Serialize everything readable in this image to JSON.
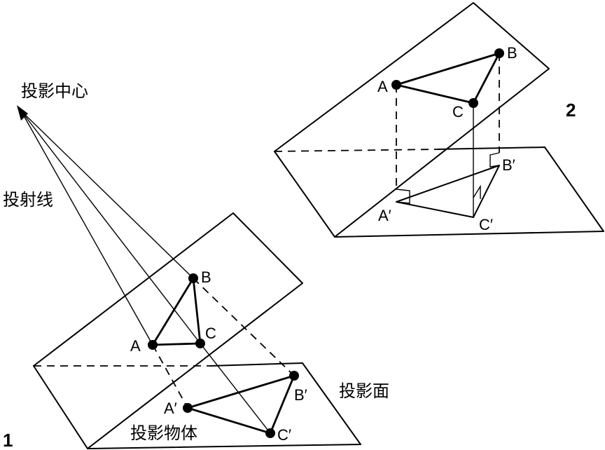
{
  "figure1": {
    "number": "1",
    "labels": {
      "projection_center": "投影中心",
      "projection_ray": "投射线",
      "projection_plane": "投影面",
      "projected_object": "投影物体"
    },
    "points": {
      "A": "A",
      "B": "B",
      "C": "C",
      "A_prime": "A′",
      "B_prime": "B′",
      "C_prime": "C′"
    }
  },
  "figure2": {
    "number": "2",
    "points": {
      "A": "A",
      "B": "B",
      "C": "C",
      "A_prime": "A′",
      "B_prime": "B′",
      "C_prime": "C′"
    }
  }
}
